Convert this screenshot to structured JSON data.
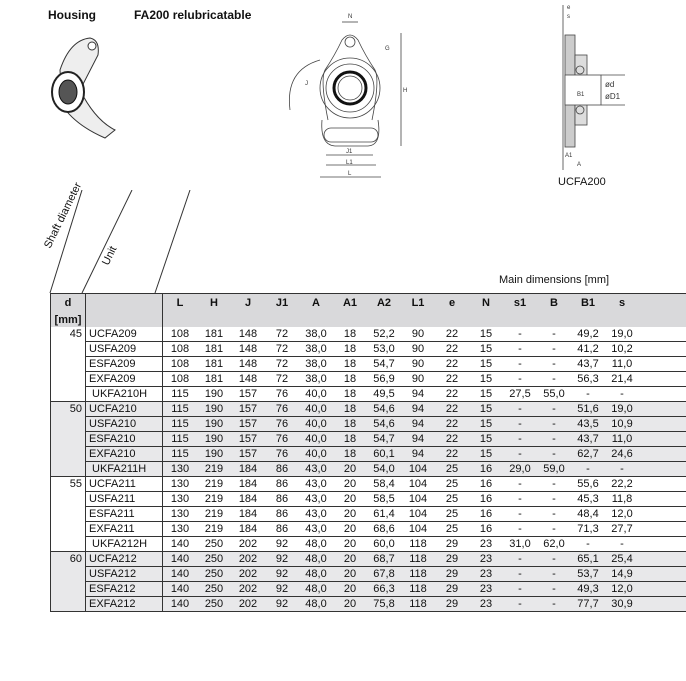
{
  "header": {
    "housing_label": "Housing",
    "series_label": "FA200 relubricatable"
  },
  "drawing": {
    "front_labels": [
      "N",
      "G",
      "J",
      "H",
      "J1",
      "L1",
      "L"
    ],
    "side_labels": [
      "e",
      "s",
      "B1",
      "ød",
      "øD1",
      "A1",
      "A"
    ],
    "caption": "UCFA200"
  },
  "table": {
    "diag_headers": {
      "shaft": "Shaft diameter",
      "unit": "Unit"
    },
    "group_title": "Main dimensions [mm]",
    "d_header": "d",
    "d_unit": "[mm]",
    "columns": [
      "L",
      "H",
      "J",
      "J1",
      "A",
      "A1",
      "A2",
      "L1",
      "e",
      "N",
      "s1",
      "B",
      "B1",
      "s"
    ],
    "groups": [
      {
        "d": "45",
        "rows": [
          {
            "unit": "UCFA209",
            "values": [
              "108",
              "181",
              "148",
              "72",
              "38,0",
              "18",
              "52,2",
              "90",
              "22",
              "15",
              "-",
              "-",
              "49,2",
              "19,0"
            ]
          },
          {
            "unit": "USFA209",
            "values": [
              "108",
              "181",
              "148",
              "72",
              "38,0",
              "18",
              "53,0",
              "90",
              "22",
              "15",
              "-",
              "-",
              "41,2",
              "10,2"
            ]
          },
          {
            "unit": "ESFA209",
            "values": [
              "108",
              "181",
              "148",
              "72",
              "38,0",
              "18",
              "54,7",
              "90",
              "22",
              "15",
              "-",
              "-",
              "43,7",
              "11,0"
            ]
          },
          {
            "unit": "EXFA209",
            "values": [
              "108",
              "181",
              "148",
              "72",
              "38,0",
              "18",
              "56,9",
              "90",
              "22",
              "15",
              "-",
              "-",
              "56,3",
              "21,4"
            ]
          },
          {
            "unit": "UKFA210H",
            "values": [
              "115",
              "190",
              "157",
              "76",
              "40,0",
              "18",
              "49,5",
              "94",
              "22",
              "15",
              "27,5",
              "55,0",
              "-",
              "-"
            ]
          }
        ]
      },
      {
        "d": "50",
        "rows": [
          {
            "unit": "UCFA210",
            "values": [
              "115",
              "190",
              "157",
              "76",
              "40,0",
              "18",
              "54,6",
              "94",
              "22",
              "15",
              "-",
              "-",
              "51,6",
              "19,0"
            ]
          },
          {
            "unit": "USFA210",
            "values": [
              "115",
              "190",
              "157",
              "76",
              "40,0",
              "18",
              "54,6",
              "94",
              "22",
              "15",
              "-",
              "-",
              "43,5",
              "10,9"
            ]
          },
          {
            "unit": "ESFA210",
            "values": [
              "115",
              "190",
              "157",
              "76",
              "40,0",
              "18",
              "54,7",
              "94",
              "22",
              "15",
              "-",
              "-",
              "43,7",
              "11,0"
            ]
          },
          {
            "unit": "EXFA210",
            "values": [
              "115",
              "190",
              "157",
              "76",
              "40,0",
              "18",
              "60,1",
              "94",
              "22",
              "15",
              "-",
              "-",
              "62,7",
              "24,6"
            ]
          },
          {
            "unit": "UKFA211H",
            "values": [
              "130",
              "219",
              "184",
              "86",
              "43,0",
              "20",
              "54,0",
              "104",
              "25",
              "16",
              "29,0",
              "59,0",
              "-",
              "-"
            ]
          }
        ]
      },
      {
        "d": "55",
        "rows": [
          {
            "unit": "UCFA211",
            "values": [
              "130",
              "219",
              "184",
              "86",
              "43,0",
              "20",
              "58,4",
              "104",
              "25",
              "16",
              "-",
              "-",
              "55,6",
              "22,2"
            ]
          },
          {
            "unit": "USFA211",
            "values": [
              "130",
              "219",
              "184",
              "86",
              "43,0",
              "20",
              "58,5",
              "104",
              "25",
              "16",
              "-",
              "-",
              "45,3",
              "11,8"
            ]
          },
          {
            "unit": "ESFA211",
            "values": [
              "130",
              "219",
              "184",
              "86",
              "43,0",
              "20",
              "61,4",
              "104",
              "25",
              "16",
              "-",
              "-",
              "48,4",
              "12,0"
            ]
          },
          {
            "unit": "EXFA211",
            "values": [
              "130",
              "219",
              "184",
              "86",
              "43,0",
              "20",
              "68,6",
              "104",
              "25",
              "16",
              "-",
              "-",
              "71,3",
              "27,7"
            ]
          },
          {
            "unit": "UKFA212H",
            "values": [
              "140",
              "250",
              "202",
              "92",
              "48,0",
              "20",
              "60,0",
              "118",
              "29",
              "23",
              "31,0",
              "62,0",
              "-",
              "-"
            ]
          }
        ]
      },
      {
        "d": "60",
        "rows": [
          {
            "unit": "UCFA212",
            "values": [
              "140",
              "250",
              "202",
              "92",
              "48,0",
              "20",
              "68,7",
              "118",
              "29",
              "23",
              "-",
              "-",
              "65,1",
              "25,4"
            ]
          },
          {
            "unit": "USFA212",
            "values": [
              "140",
              "250",
              "202",
              "92",
              "48,0",
              "20",
              "67,8",
              "118",
              "29",
              "23",
              "-",
              "-",
              "53,7",
              "14,9"
            ]
          },
          {
            "unit": "ESFA212",
            "values": [
              "140",
              "250",
              "202",
              "92",
              "48,0",
              "20",
              "66,3",
              "118",
              "29",
              "23",
              "-",
              "-",
              "49,3",
              "12,0"
            ]
          },
          {
            "unit": "EXFA212",
            "values": [
              "140",
              "250",
              "202",
              "92",
              "48,0",
              "20",
              "75,8",
              "118",
              "29",
              "23",
              "-",
              "-",
              "77,7",
              "30,9"
            ]
          }
        ]
      }
    ]
  }
}
